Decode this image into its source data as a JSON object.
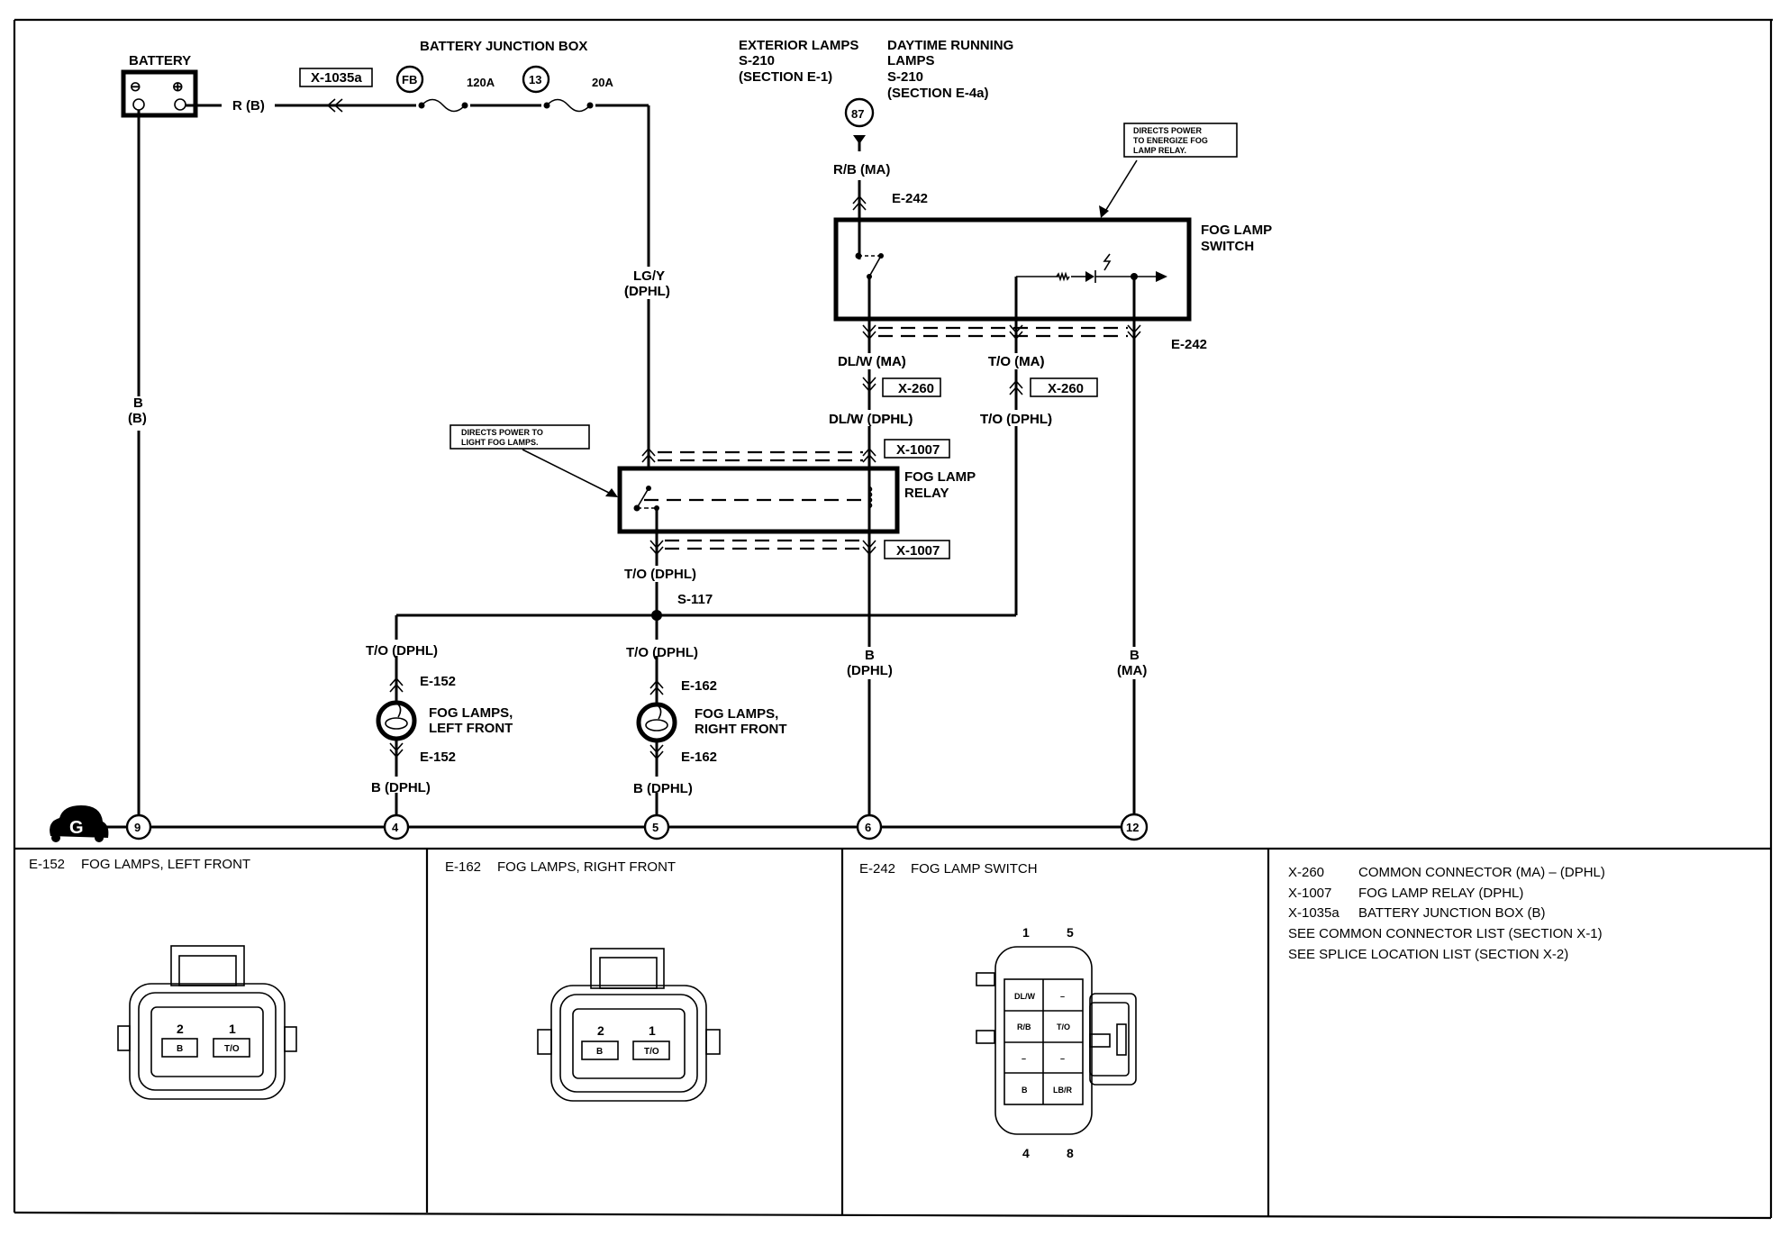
{
  "diagram": {
    "title": "Fog Lamps Wiring Diagram",
    "battery": {
      "label": "BATTERY",
      "neg_symbol": "⊖",
      "pos_symbol": "⊕",
      "wire_out": "R (B)",
      "ground_wire": "B",
      "ground_wire_sub": "(B)"
    },
    "junction_box": {
      "label": "BATTERY JUNCTION BOX",
      "connector": "X-1035a",
      "fuse1_id": "FB",
      "fuse1_rating": "120A",
      "fuse2_id": "13",
      "fuse2_rating": "20A",
      "wire_out": "LG/Y",
      "wire_out_sub": "(DPHL)"
    },
    "exterior_lamps_ref": {
      "line1": "EXTERIOR LAMPS",
      "line2": "S-210",
      "line3": "(SECTION E-1)"
    },
    "drl_ref": {
      "line1": "DAYTIME RUNNING",
      "line2": "LAMPS",
      "line3": "S-210",
      "line4": "(SECTION E-4a)"
    },
    "feed_circle": "87",
    "switch": {
      "label_line1": "FOG LAMP",
      "label_line2": "SWITCH",
      "connector_top": "E-242",
      "connector_bottom": "E-242",
      "input_wire": "R/B (MA)",
      "callout_line1": "DIRECTS POWER",
      "callout_line2": "TO ENERGIZE FOG",
      "callout_line3": "LAMP RELAY.",
      "out1_wire_ma": "DL/W (MA)",
      "out1_wire_dphl": "DL/W (DPHL)",
      "out2_wire_ma": "T/O (MA)",
      "out2_wire_dphl": "T/O (DPHL)",
      "ground_wire": "B",
      "ground_wire_sub": "(MA)",
      "x260_a": "X-260",
      "x260_b": "X-260"
    },
    "relay": {
      "label_line1": "FOG LAMP",
      "label_line2": "RELAY",
      "connector_top": "X-1007",
      "connector_bottom": "X-1007",
      "callout_line1": "DIRECTS POWER TO",
      "callout_line2": "LIGHT FOG LAMPS.",
      "output_wire": "T/O (DPHL)",
      "ground_wire": "B",
      "ground_wire_sub": "(DPHL)"
    },
    "splice": "S-117",
    "lamp_left": {
      "wire_top": "T/O (DPHL)",
      "connector_top": "E-152",
      "label_line1": "FOG LAMPS,",
      "label_line2": "LEFT FRONT",
      "connector_bottom": "E-152",
      "wire_bottom": "B (DPHL)"
    },
    "lamp_right": {
      "wire_top": "T/O (DPHL)",
      "connector_top": "E-162",
      "label_line1": "FOG LAMPS,",
      "label_line2": "RIGHT FRONT",
      "connector_bottom": "E-162",
      "wire_bottom": "B (DPHL)"
    },
    "ground": {
      "symbol": "G",
      "nodes": [
        "9",
        "4",
        "5",
        "6",
        "12"
      ]
    }
  },
  "connector_views": [
    {
      "id": "E-152",
      "name": "FOG LAMPS, LEFT FRONT",
      "pins": [
        {
          "num": "2",
          "wire": "B"
        },
        {
          "num": "1",
          "wire": "T/O"
        }
      ]
    },
    {
      "id": "E-162",
      "name": "FOG LAMPS, RIGHT FRONT",
      "pins": [
        {
          "num": "2",
          "wire": "B"
        },
        {
          "num": "1",
          "wire": "T/O"
        }
      ]
    },
    {
      "id": "E-242",
      "name": "FOG LAMP SWITCH",
      "pin_numbers": {
        "top_left": "1",
        "top_right": "5",
        "bottom_left": "4",
        "bottom_right": "8"
      },
      "cells": [
        "DL/W",
        "–",
        "R/B",
        "T/O",
        "–",
        "–",
        "B",
        "LB/R"
      ]
    }
  ],
  "legend": [
    {
      "code": "X-260",
      "desc": "COMMON CONNECTOR (MA) – (DPHL)"
    },
    {
      "code": "X-1007",
      "desc": "FOG LAMP RELAY (DPHL)"
    },
    {
      "code": "X-1035a",
      "desc": "BATTERY JUNCTION BOX (B)"
    }
  ],
  "notes": [
    "SEE COMMON CONNECTOR LIST (SECTION X-1)",
    "SEE SPLICE LOCATION LIST (SECTION X-2)"
  ]
}
